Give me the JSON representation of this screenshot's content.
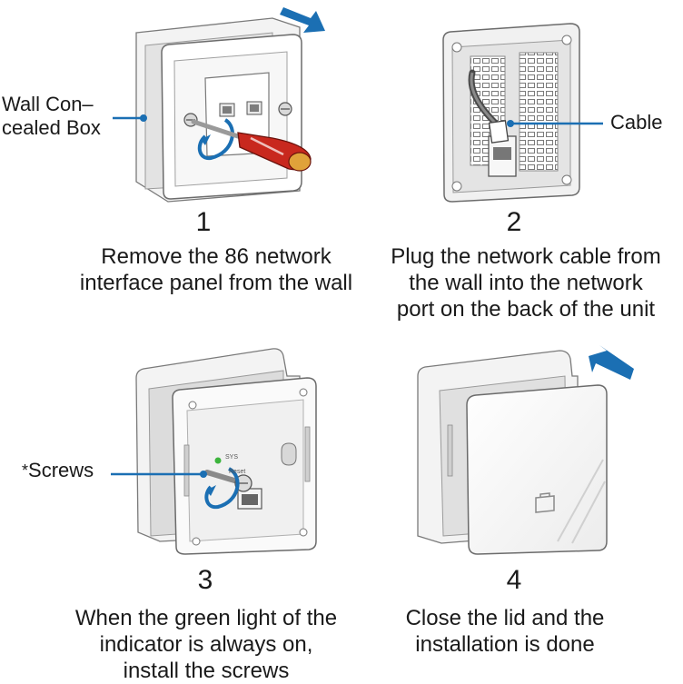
{
  "colors": {
    "accent": "#1b6fb3",
    "outline": "#6b6b6b",
    "box_fill": "#f2f2f2",
    "panel_fill": "#e6e6e6",
    "screwdriver_handle": "#c8281e"
  },
  "steps": [
    {
      "number": "1",
      "caption": [
        "Remove the 86 network",
        "interface panel from the wall"
      ],
      "callouts": [
        {
          "text": [
            "Wall Con–",
            "cealed Box"
          ]
        }
      ]
    },
    {
      "number": "2",
      "caption": [
        "Plug the network cable from",
        "the wall into the network",
        "port on the back of the unit"
      ],
      "callouts": [
        {
          "text": [
            "Cable"
          ]
        }
      ]
    },
    {
      "number": "3",
      "caption": [
        "When the green light of the",
        "indicator is always on,",
        "install the screws"
      ],
      "callouts": [
        {
          "marker": "*",
          "text": [
            "Screws"
          ]
        }
      ],
      "device_marks": [
        "SYS",
        "Reset"
      ]
    },
    {
      "number": "4",
      "caption": [
        "Close the lid and the",
        "installation is done"
      ],
      "callouts": []
    }
  ]
}
